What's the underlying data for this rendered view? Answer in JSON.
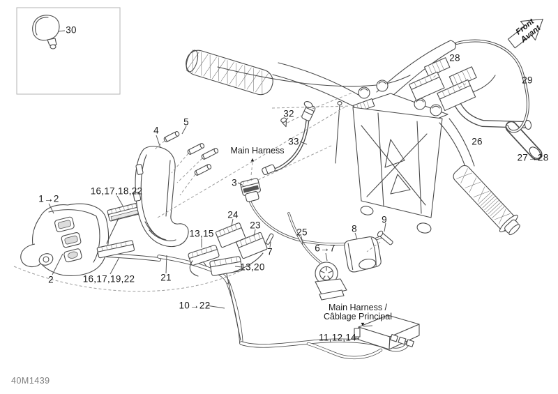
{
  "page": {
    "background": "#ffffff",
    "code": "40M1439"
  },
  "colors": {
    "ink": "#4a4a4a",
    "label": "#1a1a1a",
    "muted": "#9b9b9b",
    "code_text": "#7e7e7e"
  },
  "direction_indicator": {
    "line1": "Front",
    "line2": "Avant"
  },
  "texts": {
    "main_harness_upper": "Main Harness",
    "main_harness_lower_line1": "Main Harness /",
    "main_harness_lower_line2": "Câblage Principal"
  },
  "icons": {
    "up_arrow": "▲",
    "down_arrow": "▼"
  },
  "callouts": {
    "mirror": "30",
    "connector_pair_top": "28",
    "rod": "29",
    "bar_end_tube": "26",
    "grip_sleeve": "27→28",
    "screw": "32",
    "hose": "33",
    "bracket": "4",
    "bracket_bolts": "5",
    "connector_3": "3",
    "switch_assembly": "1→2",
    "switch_housing": "2",
    "conn_16_17_18_22": "16,17,18,22",
    "conn_16_17_19_22": "16,17,19,22",
    "conn_13_15": "13,15",
    "conn_24": "24",
    "conn_23": "23",
    "pin_7": "7",
    "cable_25": "25",
    "dial_6_7": "6→7",
    "conn_13_20": "13,20",
    "boot_8": "8",
    "bolt_9": "9",
    "harness_21": "21",
    "harness_10_22": "10→22",
    "conn_11_12_14": "11,12,14"
  }
}
